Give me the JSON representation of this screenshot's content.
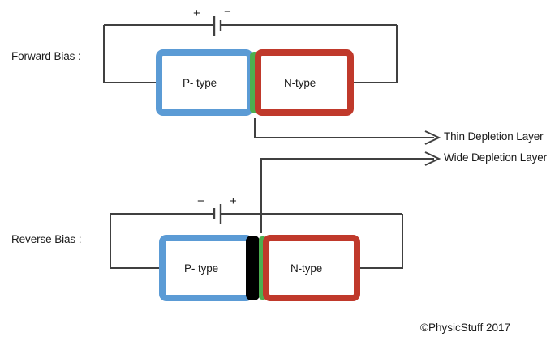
{
  "figure": {
    "title_forward": "Forward Bias :",
    "title_reverse": "Reverse Bias :",
    "copyright": "©PhysicStuff 2017"
  },
  "colors": {
    "p_type_border": "#5b9bd5",
    "n_type_border": "#c0392b",
    "depletion_green": "#4caf50",
    "depletion_black": "#000000",
    "wire": "#404040",
    "text": "#1a1a1a",
    "background": "#ffffff"
  },
  "forward_bias": {
    "label": "Forward Bias :",
    "battery": {
      "left_sign": "+",
      "right_sign": "−",
      "left_plate": "long",
      "right_plate": "short"
    },
    "p_block": {
      "label": "P- type"
    },
    "n_block": {
      "label": "N-type"
    },
    "depletion": {
      "layers": [
        "green"
      ],
      "description": "thin"
    }
  },
  "reverse_bias": {
    "label": "Reverse Bias :",
    "battery": {
      "left_sign": "−",
      "right_sign": "+",
      "left_plate": "short",
      "right_plate": "long"
    },
    "p_block": {
      "label": "P- type"
    },
    "n_block": {
      "label": "N-type"
    },
    "depletion": {
      "layers": [
        "black",
        "green"
      ],
      "description": "wide"
    }
  },
  "annotations": [
    {
      "text": "Thin Depletion Layer",
      "source": "forward_bias_depletion"
    },
    {
      "text": "Wide Depletion Layer",
      "source": "reverse_bias_depletion"
    }
  ]
}
